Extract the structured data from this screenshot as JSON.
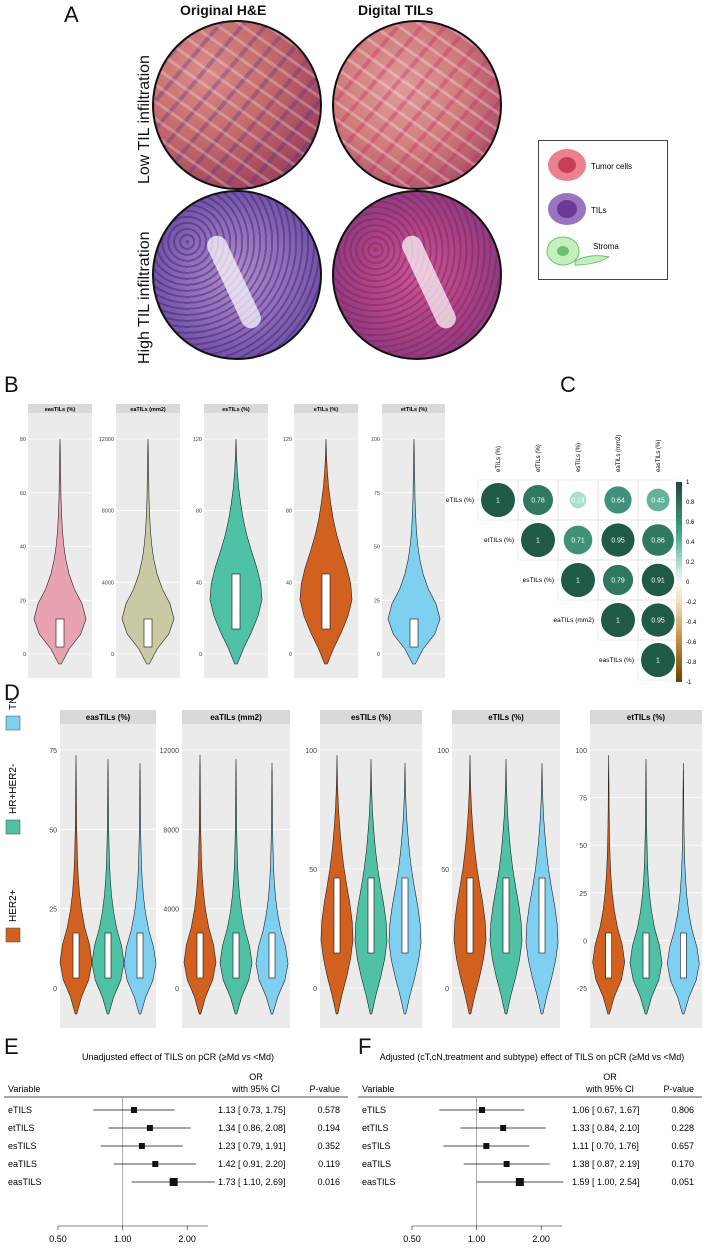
{
  "panel_a": {
    "label": "A",
    "col_headers": [
      "Original H&E",
      "Digital TILs"
    ],
    "row_labels": [
      "Low TIL infiltration",
      "High TIL infiltration"
    ],
    "legend": [
      {
        "name": "Tumor cells",
        "color": "#e86a7a"
      },
      {
        "name": "TILs",
        "color": "#8a5bb5"
      },
      {
        "name": "Stroma",
        "color": "#a8e0a0"
      }
    ]
  },
  "panel_b": {
    "label": "B",
    "facets": [
      {
        "title": "easTILs (%)",
        "ticks": [
          "0",
          "20",
          "40",
          "60",
          "80"
        ],
        "color": "#e8a3b3"
      },
      {
        "title": "eaTILs (mm2)",
        "ticks": [
          "0",
          "4000",
          "8000",
          "12000"
        ],
        "color": "#c9c9a3"
      },
      {
        "title": "esTILs (%)",
        "ticks": [
          "0",
          "40",
          "80",
          "120"
        ],
        "color": "#4fc1a5"
      },
      {
        "title": "eTILs (%)",
        "ticks": [
          "0",
          "40",
          "80",
          "120"
        ],
        "color": "#d2601f"
      },
      {
        "title": "etTILs (%)",
        "ticks": [
          "0",
          "25",
          "50",
          "75",
          "100"
        ],
        "color": "#7fcff0"
      }
    ]
  },
  "panel_c": {
    "label": "C",
    "vars": [
      "eTILs (%)",
      "etTILs (%)",
      "esTILs (%)",
      "eaTILs (mm2)",
      "easTILs (%)"
    ],
    "colorbar_ticks": [
      "1",
      "0.8",
      "0.6",
      "0.4",
      "0.2",
      "0",
      "-0.2",
      "-0.4",
      "-0.6",
      "-0.8",
      "-1"
    ],
    "chart_data": {
      "type": "heatmap",
      "labels": [
        "eTILs (%)",
        "etTILs (%)",
        "esTILs (%)",
        "eaTILs (mm2)",
        "easTILs (%)"
      ],
      "matrix": [
        [
          1,
          0.78,
          0.24,
          0.64,
          0.45
        ],
        [
          null,
          1,
          0.71,
          0.95,
          0.86
        ],
        [
          null,
          null,
          1,
          0.79,
          0.91
        ],
        [
          null,
          null,
          null,
          1,
          0.95
        ],
        [
          null,
          null,
          null,
          null,
          1
        ]
      ],
      "color_range": [
        -1,
        1
      ]
    }
  },
  "panel_d": {
    "label": "D",
    "legend": [
      {
        "name": "TN",
        "color": "#7fcff0"
      },
      {
        "name": "HR+HER2-",
        "color": "#4fc1a5"
      },
      {
        "name": "HER2+",
        "color": "#d2601f"
      }
    ],
    "facets": [
      {
        "title": "easTILs (%)",
        "ticks": [
          "0",
          "25",
          "50",
          "75"
        ]
      },
      {
        "title": "eaTILs (mm2)",
        "ticks": [
          "0",
          "4000",
          "8000",
          "12000"
        ]
      },
      {
        "title": "esTILs (%)",
        "ticks": [
          "0",
          "50",
          "100"
        ]
      },
      {
        "title": "eTILs (%)",
        "ticks": [
          "0",
          "50",
          "100"
        ]
      },
      {
        "title": "etTILs (%)",
        "ticks": [
          "-25",
          "0",
          "25",
          "50",
          "75",
          "100"
        ]
      }
    ]
  },
  "panel_e": {
    "label": "E",
    "title": "Unadjusted effect of TILS on pCR (≥Md vs <Md)",
    "col_or": "OR",
    "col_ci": "with 95% CI",
    "col_p": "P-value",
    "col_var": "Variable",
    "axis_ticks": [
      "0.50",
      "1.00",
      "2.00"
    ],
    "chart_data": {
      "type": "forest",
      "xscale": "log",
      "xlim": [
        0.5,
        2.5
      ],
      "rows": [
        {
          "var": "eTILS",
          "or": 1.13,
          "lo": 0.73,
          "hi": 1.75,
          "text": "1.13 [ 0.73, 1.75]",
          "p": "0.578"
        },
        {
          "var": "etTILS",
          "or": 1.34,
          "lo": 0.86,
          "hi": 2.08,
          "text": "1.34 [ 0.86, 2.08]",
          "p": "0.194"
        },
        {
          "var": "esTILS",
          "or": 1.23,
          "lo": 0.79,
          "hi": 1.91,
          "text": "1.23 [ 0.79, 1.91]",
          "p": "0.352"
        },
        {
          "var": "eaTILS",
          "or": 1.42,
          "lo": 0.91,
          "hi": 2.2,
          "text": "1.42 [ 0.91, 2.20]",
          "p": "0.119"
        },
        {
          "var": "easTILS",
          "or": 1.73,
          "lo": 1.1,
          "hi": 2.69,
          "text": "1.73 [ 1.10, 2.69]",
          "p": "0.016"
        }
      ]
    }
  },
  "panel_f": {
    "label": "F",
    "title": "Adjusted (cT,cN,treatment and subtype) effect of TILS on pCR (≥Md vs <Md)",
    "col_or": "OR",
    "col_ci": "with 95% CI",
    "col_p": "P-value",
    "col_var": "Variable",
    "axis_ticks": [
      "0.50",
      "1.00",
      "2.00"
    ],
    "chart_data": {
      "type": "forest",
      "xscale": "log",
      "xlim": [
        0.5,
        2.5
      ],
      "rows": [
        {
          "var": "eTILS",
          "or": 1.06,
          "lo": 0.67,
          "hi": 1.67,
          "text": "1.06 [ 0.67, 1.67]",
          "p": "0.806"
        },
        {
          "var": "etTILS",
          "or": 1.33,
          "lo": 0.84,
          "hi": 2.1,
          "text": "1.33 [ 0.84, 2.10]",
          "p": "0.228"
        },
        {
          "var": "esTILS",
          "or": 1.11,
          "lo": 0.7,
          "hi": 1.76,
          "text": "1.11 [ 0.70, 1.76]",
          "p": "0.657"
        },
        {
          "var": "eaTILS",
          "or": 1.38,
          "lo": 0.87,
          "hi": 2.19,
          "text": "1.38 [ 0.87, 2.19]",
          "p": "0.170"
        },
        {
          "var": "easTILS",
          "or": 1.59,
          "lo": 1.0,
          "hi": 2.54,
          "text": "1.59 [ 1.00, 2.54]",
          "p": "0.051"
        }
      ]
    }
  }
}
